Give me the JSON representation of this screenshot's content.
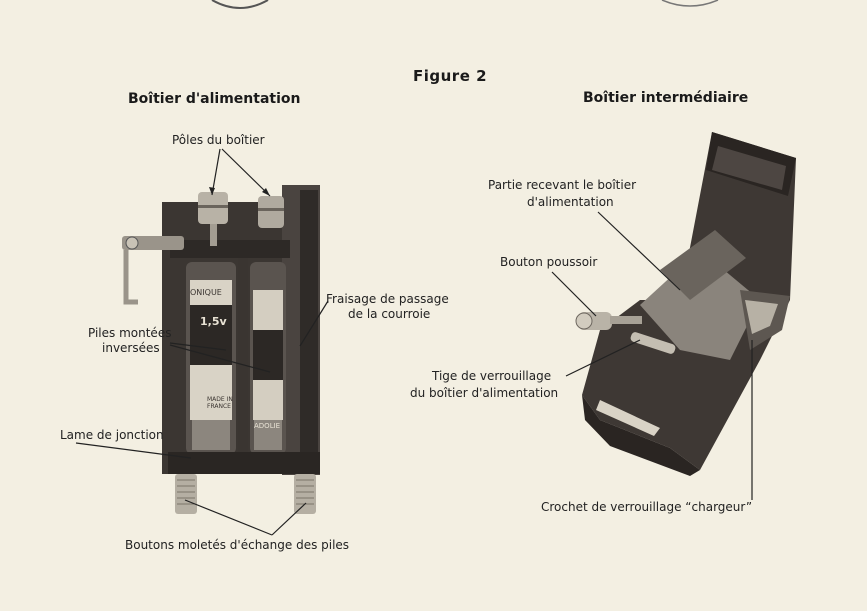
{
  "figure": {
    "title": "Figure 2"
  },
  "left_panel": {
    "title": "Boîtier d'alimentation",
    "labels": {
      "poles": "Pôles du boîtier",
      "fraisage_line1": "Fraisage de passage",
      "fraisage_line2": "de la courroie",
      "piles_line1": "Piles montées",
      "piles_line2": "inversées",
      "lame": "Lame de jonction",
      "boutons": "Boutons moletés d'échange des piles"
    },
    "battery_print": {
      "top_brand": "ONIQUE",
      "voltage": "1,5v",
      "made_in_1": "MADE IN",
      "made_in_2": "FRANCE",
      "bottom_brand": "ADOLIE"
    }
  },
  "right_panel": {
    "title": "Boîtier intermédiaire",
    "labels": {
      "partie_line1": "Partie recevant le boîtier",
      "partie_line2": "d'alimentation",
      "bouton": "Bouton poussoir",
      "tige_line1": "Tige de verrouillage",
      "tige_line2": "du boîtier d'alimentation",
      "crochet": "Crochet de verrouillage “chargeur”"
    }
  },
  "colors": {
    "paper": "#f3efe2",
    "ink": "#1d1c1a",
    "device_dark": "#3a3531",
    "device_mid": "#5b5550",
    "device_light": "#8a847c",
    "metal": "#c9c3b6"
  }
}
